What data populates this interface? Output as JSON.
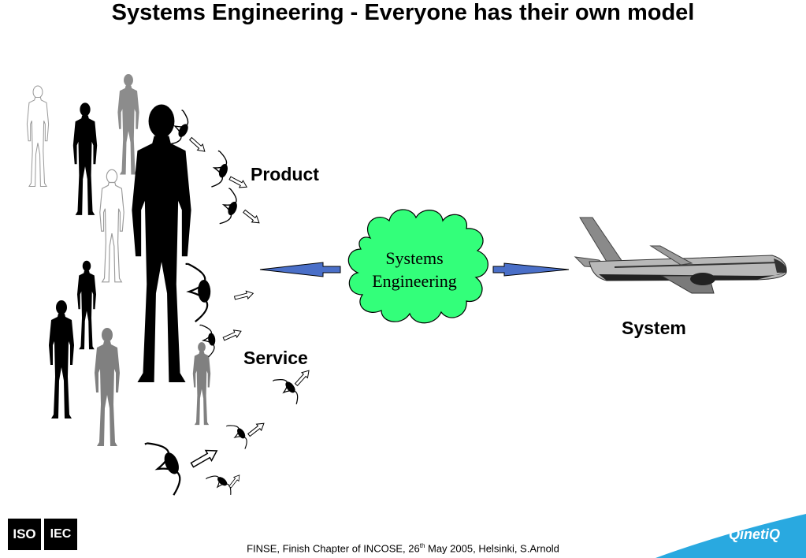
{
  "title": "Systems Engineering - Everyone has their own model",
  "labels": {
    "product": "Product",
    "service": "Service",
    "system": "System"
  },
  "cloud": {
    "line1": "Systems",
    "line2": "Engineering",
    "fill": "#33ff7a"
  },
  "footer": {
    "text_before": "FINSE, Finish Chapter of INCOSE, 26",
    "superscript": "th",
    "text_after": " May 2005, Helsinki,  S.Arnold"
  },
  "logos": {
    "iso": "ISO",
    "iec": "IEC",
    "brand": "QinetiQ",
    "brand_color": "#29a9e0"
  },
  "colors": {
    "arrow_blue": "#4a6fc8",
    "figure_black": "#000000",
    "figure_grey": "#808080"
  }
}
